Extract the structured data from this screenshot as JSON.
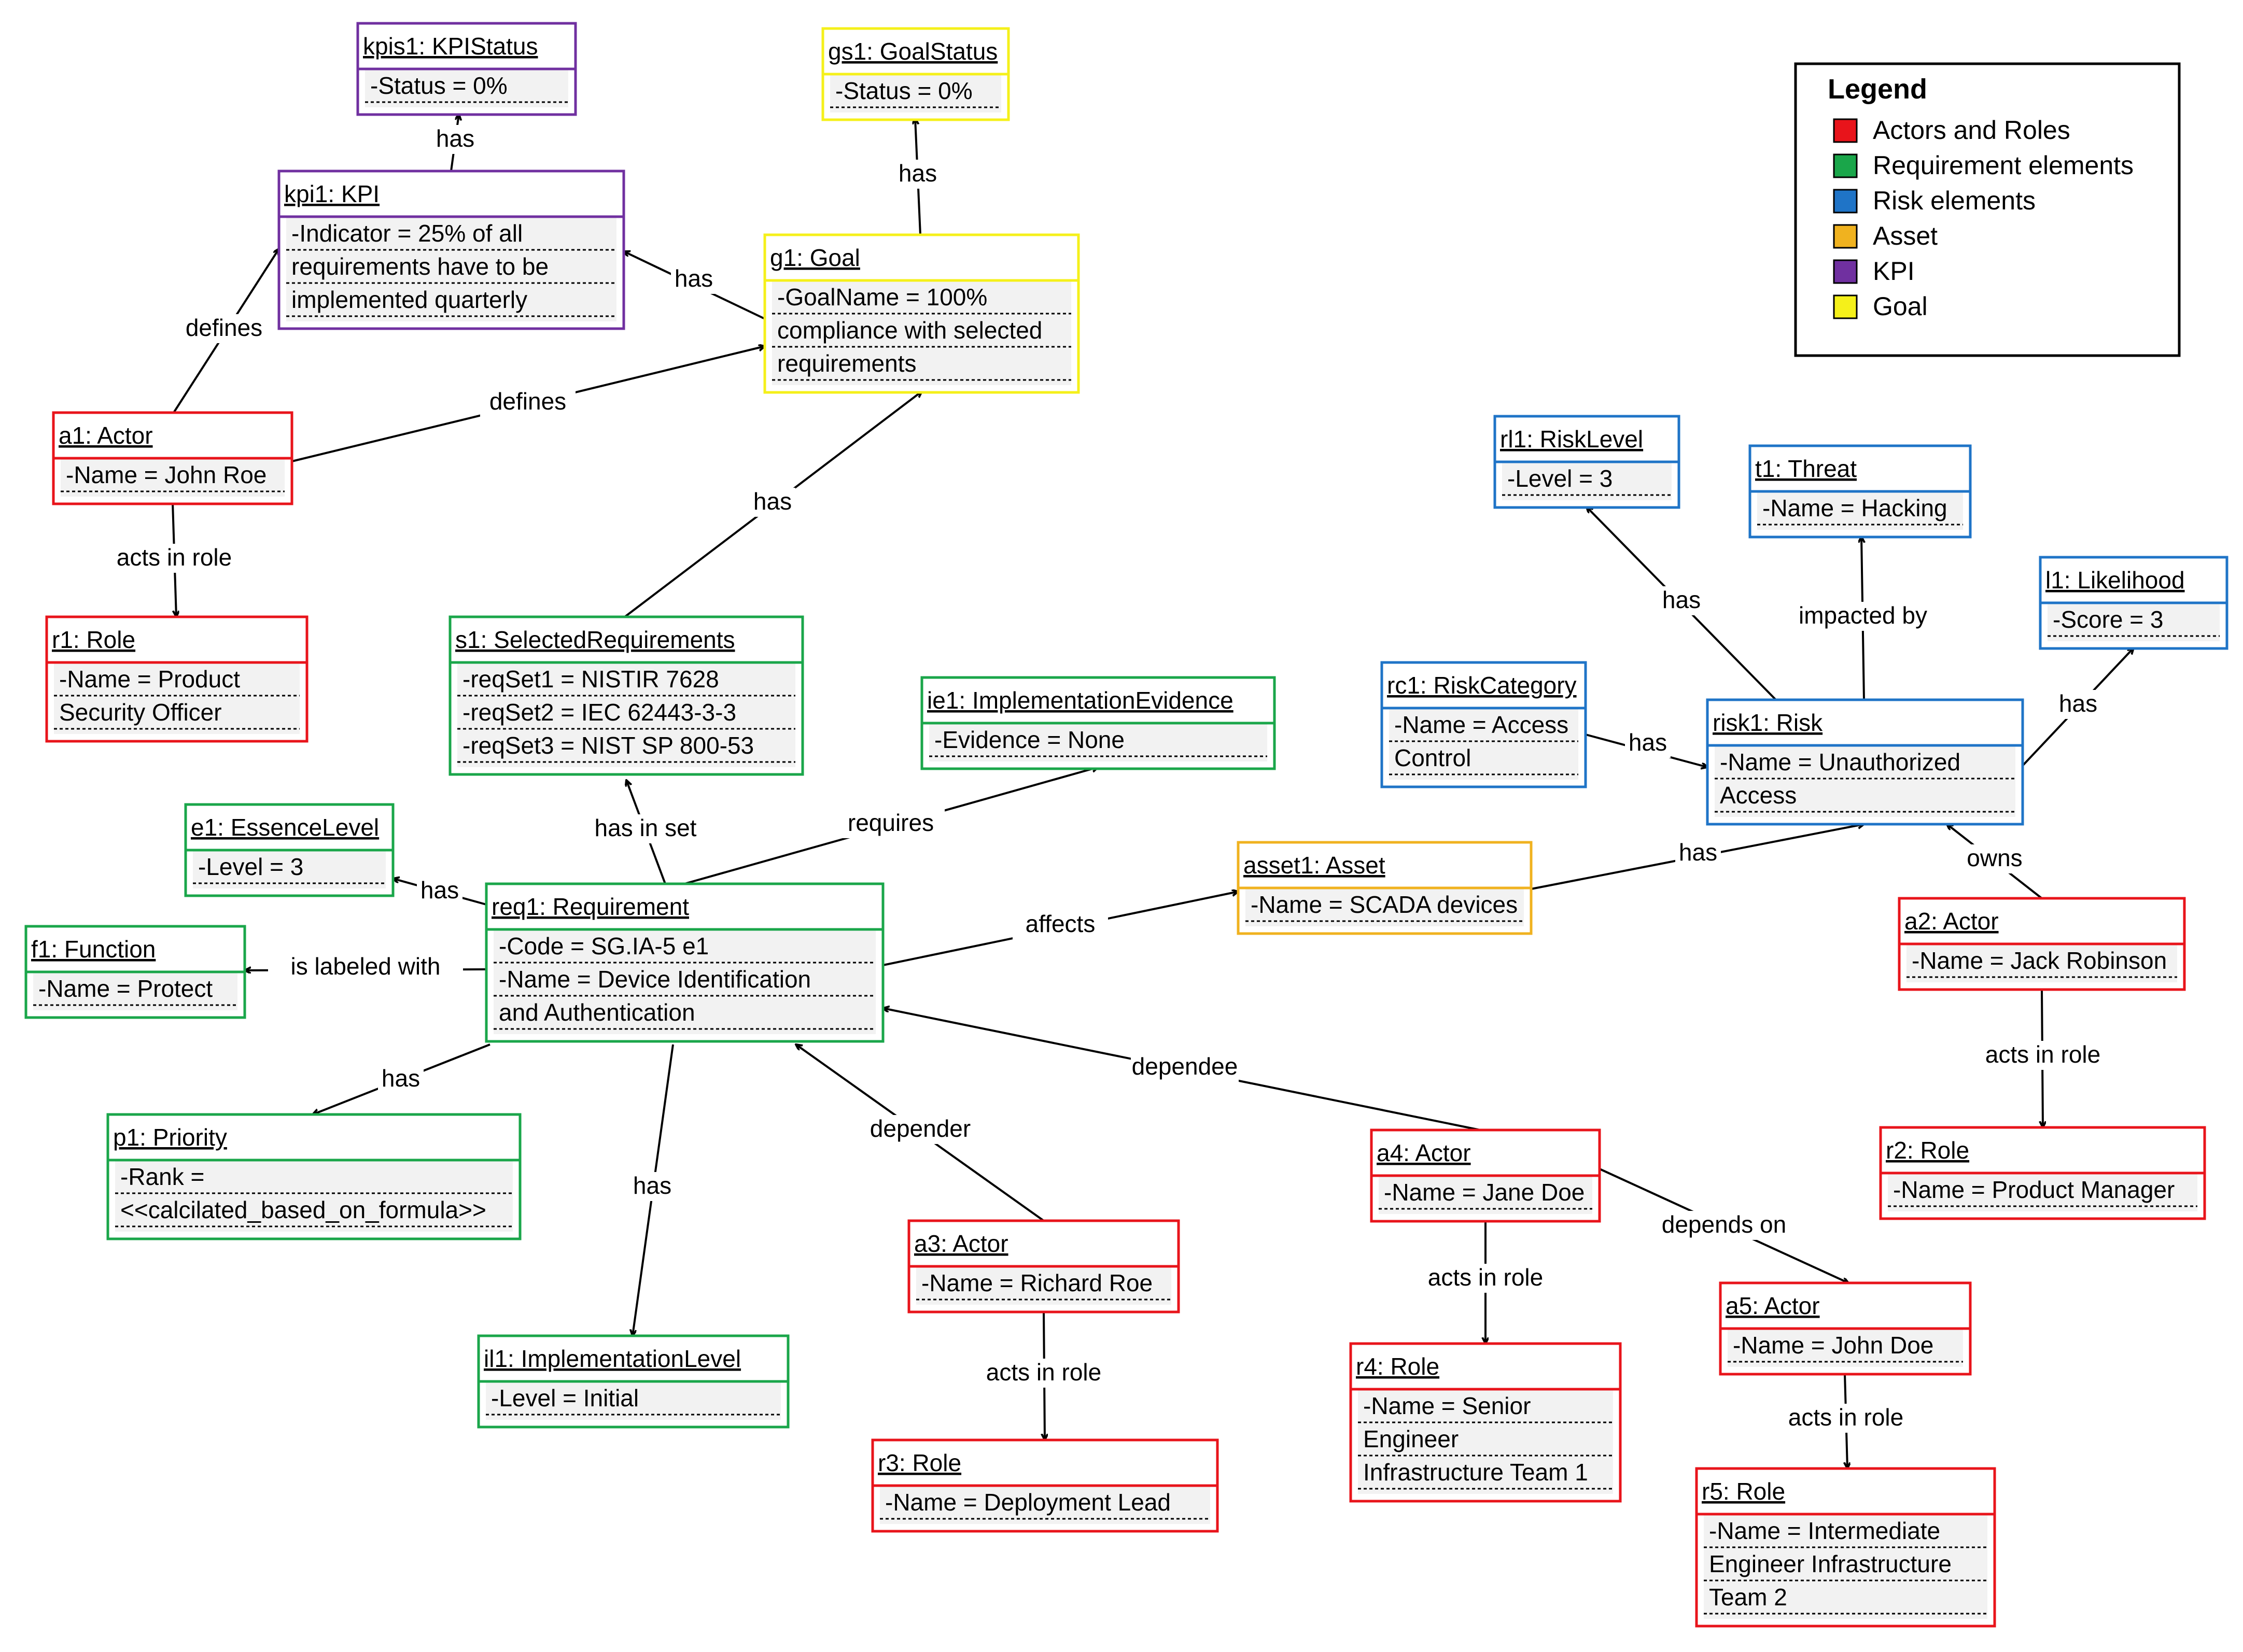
{
  "legend": {
    "title": "Legend",
    "items": [
      {
        "label": "Actors and Roles",
        "color": "#e8141b"
      },
      {
        "label": "Requirement elements",
        "color": "#1aa64a"
      },
      {
        "label": "Risk elements",
        "color": "#1f74c7"
      },
      {
        "label": "Asset",
        "color": "#f0b21f"
      },
      {
        "label": "KPI",
        "color": "#7030a0"
      },
      {
        "label": "Goal",
        "color": "#f5f01a"
      }
    ]
  },
  "nodes": {
    "kpis1": {
      "title": "kpis1: KPIStatus",
      "attrs": [
        "-Status = 0%"
      ],
      "color": "#7030a0"
    },
    "kpi1": {
      "title": "kpi1: KPI",
      "attrs": [
        "-Indicator = 25% of all",
        "requirements have to be",
        "implemented quarterly"
      ],
      "color": "#7030a0"
    },
    "gs1": {
      "title": "gs1: GoalStatus",
      "attrs": [
        "-Status = 0%"
      ],
      "color": "#f5f01a"
    },
    "g1": {
      "title": "g1: Goal",
      "attrs": [
        "-GoalName = 100%",
        "compliance with selected",
        "requirements"
      ],
      "color": "#f5f01a"
    },
    "a1": {
      "title": "a1: Actor",
      "attrs": [
        "-Name = John Roe"
      ],
      "color": "#e8141b"
    },
    "r1": {
      "title": "r1: Role",
      "attrs": [
        "-Name = Product",
        "Security Officer"
      ],
      "color": "#e8141b"
    },
    "s1": {
      "title": "s1: SelectedRequirements",
      "attrs": [
        "-reqSet1 = NISTIR 7628",
        "-reqSet2 =  IEC 62443-3-3",
        "-reqSet3 = NIST SP 800-53"
      ],
      "color": "#1aa64a"
    },
    "ie1": {
      "title": "ie1: ImplementationEvidence",
      "attrs": [
        "-Evidence = None"
      ],
      "color": "#1aa64a"
    },
    "e1": {
      "title": "e1: EssenceLevel",
      "attrs": [
        "-Level = 3"
      ],
      "color": "#1aa64a"
    },
    "f1": {
      "title": "f1: Function",
      "attrs": [
        "-Name = Protect"
      ],
      "color": "#1aa64a"
    },
    "req1": {
      "title": "req1: Requirement",
      "attrs": [
        "-Code = SG.IA-5 e1",
        "-Name = Device Identification",
        "and Authentication"
      ],
      "color": "#1aa64a"
    },
    "p1": {
      "title": "p1: Priority",
      "attrs": [
        "-Rank =",
        "<<calcilated_based_on_formula>>"
      ],
      "color": "#1aa64a"
    },
    "il1": {
      "title": "il1: ImplementationLevel",
      "attrs": [
        "-Level = Initial"
      ],
      "color": "#1aa64a"
    },
    "asset1": {
      "title": "asset1: Asset",
      "attrs": [
        "-Name = SCADA devices"
      ],
      "color": "#f0b21f"
    },
    "rl1": {
      "title": "rl1: RiskLevel",
      "attrs": [
        "-Level = 3"
      ],
      "color": "#1f74c7"
    },
    "t1": {
      "title": "t1: Threat",
      "attrs": [
        "-Name = Hacking"
      ],
      "color": "#1f74c7"
    },
    "l1": {
      "title": "l1: Likelihood",
      "attrs": [
        "-Score = 3"
      ],
      "color": "#1f74c7"
    },
    "rc1": {
      "title": "rc1: RiskCategory",
      "attrs": [
        "-Name = Access",
        "Control"
      ],
      "color": "#1f74c7"
    },
    "risk1": {
      "title": "risk1: Risk",
      "attrs": [
        "-Name = Unauthorized",
        "Access"
      ],
      "color": "#1f74c7"
    },
    "a2": {
      "title": "a2: Actor",
      "attrs": [
        "-Name = Jack Robinson"
      ],
      "color": "#e8141b"
    },
    "r2": {
      "title": "r2: Role",
      "attrs": [
        "-Name = Product Manager"
      ],
      "color": "#e8141b"
    },
    "a3": {
      "title": "a3: Actor",
      "attrs": [
        "-Name = Richard Roe"
      ],
      "color": "#e8141b"
    },
    "r3": {
      "title": "r3: Role",
      "attrs": [
        "-Name = Deployment Lead"
      ],
      "color": "#e8141b"
    },
    "a4": {
      "title": "a4: Actor",
      "attrs": [
        "-Name = Jane Doe"
      ],
      "color": "#e8141b"
    },
    "r4": {
      "title": "r4: Role",
      "attrs": [
        "-Name =  Senior",
        "Engineer",
        "Infrastructure Team 1"
      ],
      "color": "#e8141b"
    },
    "a5": {
      "title": "a5: Actor",
      "attrs": [
        "-Name = John Doe"
      ],
      "color": "#e8141b"
    },
    "r5": {
      "title": "r5: Role",
      "attrs": [
        "-Name =  Intermediate",
        "Engineer Infrastructure",
        "Team 2"
      ],
      "color": "#e8141b"
    }
  },
  "edges": [
    {
      "id": "kpi1-kpis1",
      "label": "has"
    },
    {
      "id": "g1-gs1",
      "label": "has"
    },
    {
      "id": "g1-kpi1",
      "label": "has"
    },
    {
      "id": "a1-kpi1",
      "label": "defines"
    },
    {
      "id": "a1-g1",
      "label": "defines"
    },
    {
      "id": "a1-r1",
      "label": "acts in role"
    },
    {
      "id": "s1-g1",
      "label": "has"
    },
    {
      "id": "req1-s1",
      "label": "has in set"
    },
    {
      "id": "req1-ie1",
      "label": "requires"
    },
    {
      "id": "req1-e1",
      "label": "has"
    },
    {
      "id": "req1-f1",
      "label": "is labeled with"
    },
    {
      "id": "req1-p1",
      "label": "has"
    },
    {
      "id": "req1-il1",
      "label": "has"
    },
    {
      "id": "req1-asset1",
      "label": "affects"
    },
    {
      "id": "asset1-risk1",
      "label": "has"
    },
    {
      "id": "risk1-rl1",
      "label": "has"
    },
    {
      "id": "risk1-t1",
      "label": "impacted by"
    },
    {
      "id": "risk1-l1",
      "label": "has"
    },
    {
      "id": "rc1-risk1",
      "label": "has"
    },
    {
      "id": "a2-risk1",
      "label": "owns"
    },
    {
      "id": "a2-r2",
      "label": "acts in role"
    },
    {
      "id": "a3-req1",
      "label": "depender"
    },
    {
      "id": "a4-req1",
      "label": "dependee"
    },
    {
      "id": "a3-r3",
      "label": "acts in role"
    },
    {
      "id": "a4-r4",
      "label": "acts in role"
    },
    {
      "id": "a4-a5",
      "label": "depends on"
    },
    {
      "id": "a5-r5",
      "label": "acts in role"
    }
  ]
}
